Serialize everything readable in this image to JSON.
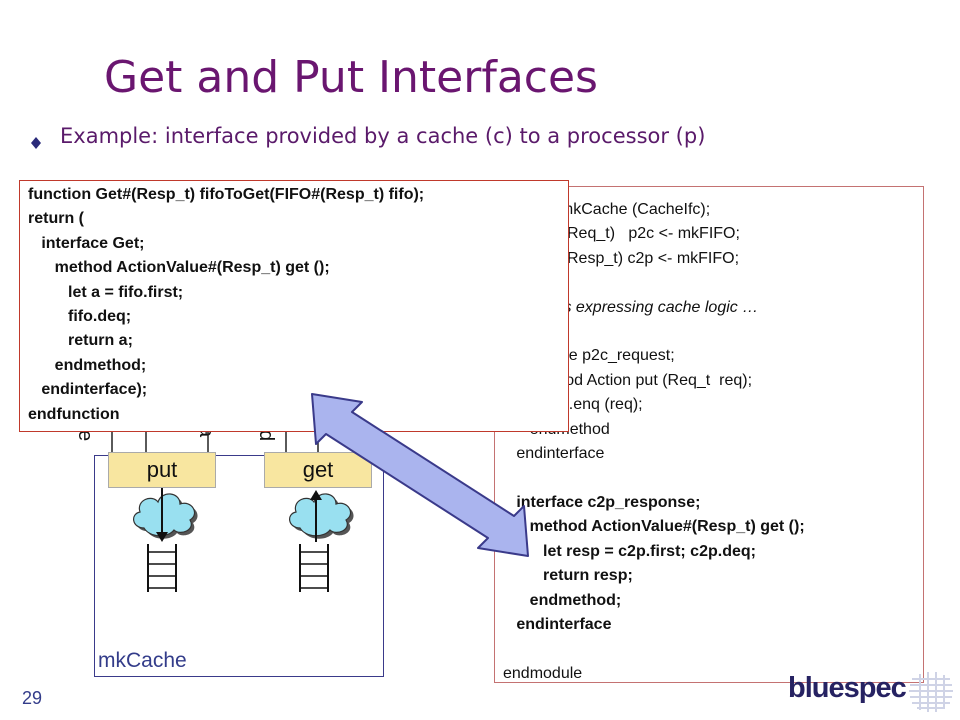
{
  "slide": {
    "title": "Get and Put Interfaces",
    "subtitle": "Example: interface provided by a cache (c) to a processor (p)",
    "page_number": "29",
    "logo_text": "bluespec"
  },
  "diagram": {
    "module_label": "mkCache",
    "put_label": "put",
    "get_label": "get"
  },
  "right_code": [
    {
      "text": "module mkCache (CacheIfc);",
      "style": "normal"
    },
    {
      "text": "   FIFO#(Req_t)   p2c <- mkFIFO;",
      "style": "normal"
    },
    {
      "text": "   FIFO#(Resp_t) c2p <- mkFIFO;",
      "style": "normal"
    },
    {
      "text": "",
      "style": "normal"
    },
    {
      "text": "   … rules expressing cache logic …",
      "style": "italic"
    },
    {
      "text": "",
      "style": "normal"
    },
    {
      "text": "   interface p2c_request;",
      "style": "normal"
    },
    {
      "text": "      method Action put (Req_t  req);",
      "style": "normal"
    },
    {
      "text": "         p2c.enq (req);",
      "style": "normal"
    },
    {
      "text": "      endmethod",
      "style": "normal"
    },
    {
      "text": "   endinterface",
      "style": "normal"
    },
    {
      "text": "",
      "style": "normal"
    },
    {
      "text": "   interface c2p_response;",
      "style": "bold"
    },
    {
      "text": "      method ActionValue#(Resp_t) get ();",
      "style": "bold"
    },
    {
      "text": "         let resp = c2p.first; c2p.deq;",
      "style": "bold"
    },
    {
      "text": "         return resp;",
      "style": "bold"
    },
    {
      "text": "      endmethod;",
      "style": "bold"
    },
    {
      "text": "   endinterface",
      "style": "bold"
    },
    {
      "text": "",
      "style": "normal"
    },
    {
      "text": "endmodule",
      "style": "normal"
    }
  ],
  "popup_code": [
    "function Get#(Resp_t) fifoToGet(FIFO#(Resp_t) fifo);",
    "return (",
    "   interface Get;",
    "      method ActionValue#(Resp_t) get ();",
    "         let a = fifo.first;",
    "         fifo.deq;",
    "         return a;",
    "      endmethod;",
    "   endinterface);",
    "endfunction"
  ],
  "colors": {
    "title": "#6a1670",
    "arrow_fill": "#aab4ee",
    "arrow_stroke": "#3a3a8a",
    "method_fill": "#f8e6a0",
    "cloud_fill": "#99e0f0"
  }
}
